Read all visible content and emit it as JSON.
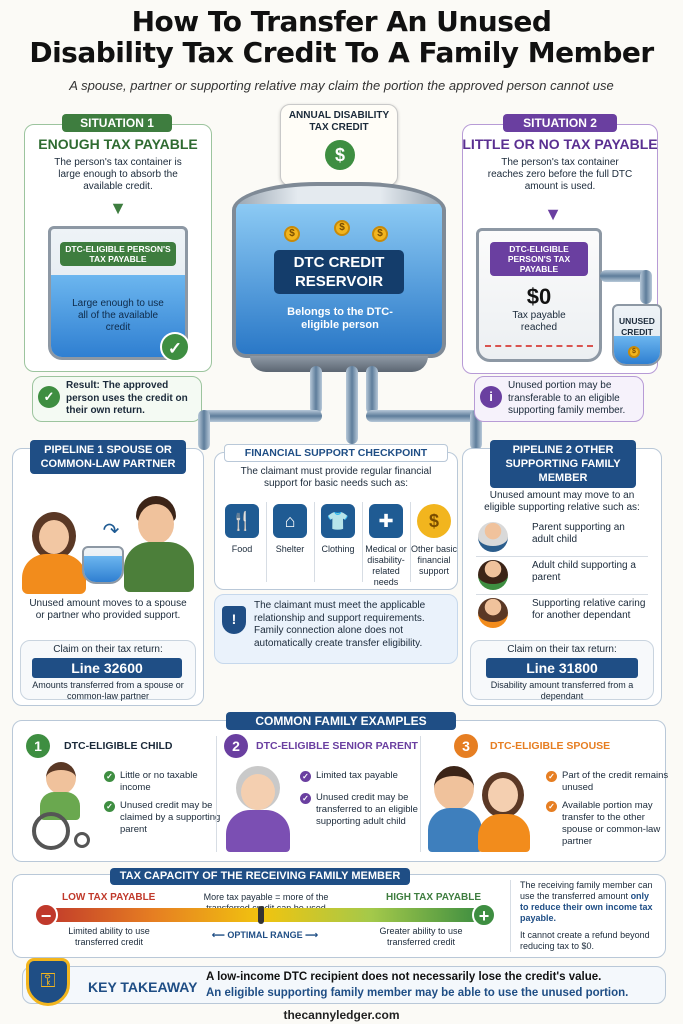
{
  "header": {
    "title_line1": "How To Transfer An Unused",
    "title_line2": "Disability Tax Credit To A Family Member",
    "subtitle": "A spouse, partner or supporting relative may claim the portion the approved person cannot use"
  },
  "situation1": {
    "badge": "SITUATION 1",
    "heading": "ENOUGH TAX PAYABLE",
    "text": "The person's tax container is large enough to absorb the available credit.",
    "tank_label": "DTC-ELIGIBLE PERSON'S TAX PAYABLE",
    "tank_text": "Large enough to use all of the available credit",
    "result": "Result: The approved person uses the credit on their own return."
  },
  "reservoir": {
    "sign": "ANNUAL DISABILITY TAX CREDIT",
    "dollar": "$",
    "label_line1": "DTC CREDIT",
    "label_line2": "RESERVOIR",
    "belongs": "Belongs to the DTC-eligible person"
  },
  "situation2": {
    "badge": "SITUATION 2",
    "heading": "LITTLE OR NO TAX PAYABLE",
    "text": "The person's tax container reaches zero before the full DTC amount is used.",
    "tank_label": "DTC-ELIGIBLE PERSON'S TAX PAYABLE",
    "zero": "$0",
    "zero_caption": "Tax payable reached",
    "unused_label": "UNUSED CREDIT",
    "note": "Unused portion may be transferable to an eligible supporting family member."
  },
  "pipeline1": {
    "header": "PIPELINE 1 SPOUSE OR COMMON-LAW PARTNER",
    "text": "Unused amount moves to a spouse or partner who provided support.",
    "claim": "Claim on their tax return:",
    "line": "Line 32600",
    "line_caption": "Amounts transferred from a spouse or common-law partner"
  },
  "checkpoint": {
    "header": "FINANCIAL SUPPORT CHECKPOINT",
    "text": "The claimant must provide regular financial support for basic needs such as:",
    "needs": [
      {
        "icon": "fork-knife-icon",
        "glyph": "🍴",
        "label": "Food"
      },
      {
        "icon": "house-icon",
        "glyph": "⌂",
        "label": "Shelter"
      },
      {
        "icon": "shirt-icon",
        "glyph": "👕",
        "label": "Clothing"
      },
      {
        "icon": "medical-kit-icon",
        "glyph": "✚",
        "label": "Medical or disability-related needs"
      },
      {
        "icon": "coin-hand-icon",
        "glyph": "$",
        "label": "Other basic financial support"
      }
    ],
    "note": "The claimant must meet the applicable relationship and support requirements. Family connection alone does not automatically create transfer eligibility."
  },
  "pipeline2": {
    "header": "PIPELINE 2 OTHER SUPPORTING FAMILY MEMBER",
    "text": "Unused amount may move to an eligible supporting relative such as:",
    "relatives": [
      "Parent supporting an adult child",
      "Adult child supporting a parent",
      "Supporting relative caring for another dependant"
    ],
    "claim": "Claim on their tax return:",
    "line": "Line 31800",
    "line_caption": "Disability amount transferred from a dependant"
  },
  "examples": {
    "header": "COMMON FAMILY EXAMPLES",
    "items": [
      {
        "num": "1",
        "title": "DTC-ELIGIBLE CHILD",
        "points": [
          "Little or no taxable income",
          "Unused credit may be claimed by a supporting parent"
        ]
      },
      {
        "num": "2",
        "title": "DTC-ELIGIBLE SENIOR PARENT",
        "points": [
          "Limited tax payable",
          "Unused credit may be transferred to an eligible supporting adult child"
        ]
      },
      {
        "num": "3",
        "title": "DTC-ELIGIBLE SPOUSE",
        "points": [
          "Part of the credit remains unused",
          "Available portion may transfer to the other spouse or common-law partner"
        ]
      }
    ]
  },
  "capacity": {
    "header": "TAX CAPACITY OF THE RECEIVING FAMILY MEMBER",
    "low": "LOW TAX PAYABLE",
    "high": "HIGH TAX PAYABLE",
    "middle": "More tax payable = more of the transferred credit can be used",
    "low_caption": "Limited ability to use transferred credit",
    "optimal": "OPTIMAL RANGE",
    "high_caption": "Greater ability to use transferred credit",
    "side_text1_a": "The receiving family member can use the transferred amount ",
    "side_text1_b": "only to reduce their own income tax payable.",
    "side_text2": "It cannot create a refund beyond reducing tax to $0."
  },
  "takeaway": {
    "label": "KEY TAKEAWAY",
    "line1": "A low-income DTC recipient does not necessarily lose the credit's value.",
    "line2": "An eligible supporting family member may be able to use the unused portion."
  },
  "footer": "thecannyledger.com",
  "colors": {
    "green": "#3e8e41",
    "purple": "#6a3fa0",
    "navy": "#1f4e85",
    "orange": "#e67e22"
  }
}
